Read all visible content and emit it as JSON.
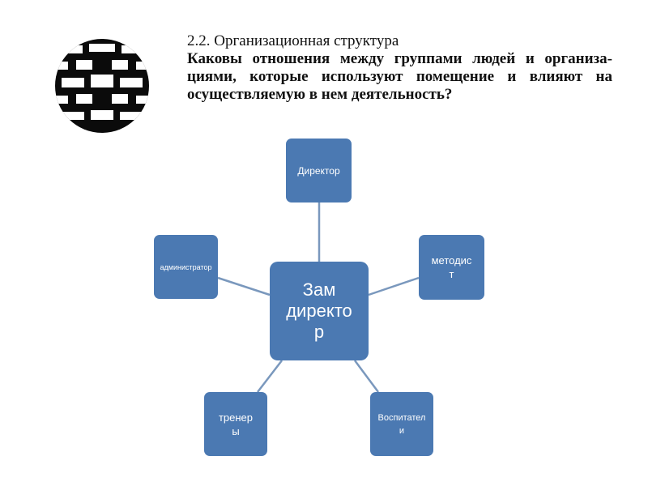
{
  "heading": {
    "section": "2.2. Организационная структура",
    "question_lines": [
      "Каковы отношения между группами людей и организа-",
      "циями, которые используют помещение и влияют на",
      "осуществляемую в нем деятельность?"
    ]
  },
  "diagram": {
    "center": {
      "lines": [
        "Зам",
        "директо",
        "р"
      ]
    },
    "nodes": {
      "director": {
        "lines": [
          "Директор"
        ]
      },
      "methodist": {
        "lines": [
          "методис",
          "т"
        ]
      },
      "educators": {
        "lines": [
          "Воспитател",
          "и"
        ]
      },
      "trainers": {
        "lines": [
          "тренер",
          "ы"
        ]
      },
      "admin": {
        "lines": [
          "администратор"
        ]
      }
    },
    "colors": {
      "node_fill": "#4b79b2",
      "connector": "#7a98bd",
      "text": "#ffffff"
    }
  }
}
